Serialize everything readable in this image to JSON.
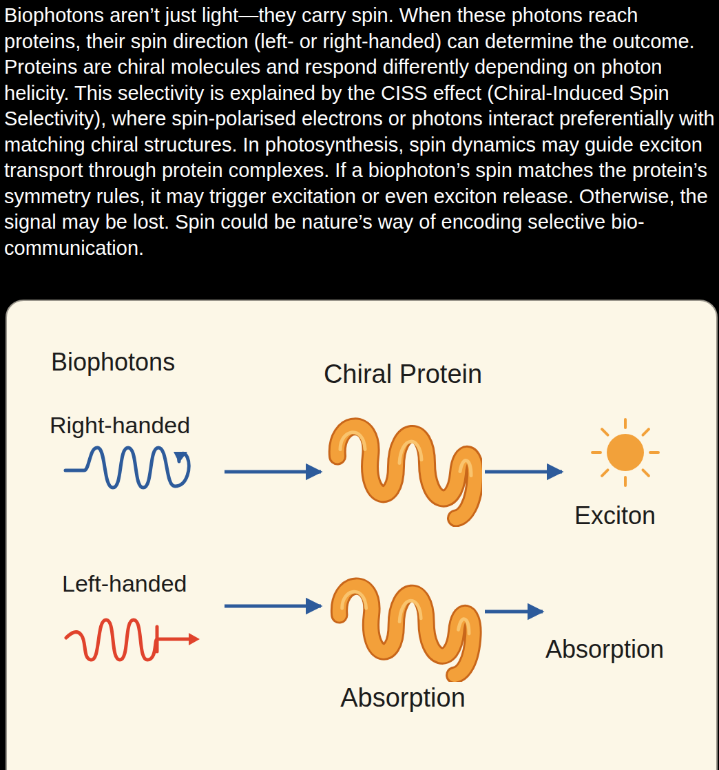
{
  "diagram": {
    "title": "Biophotons",
    "nodes": [
      {
        "text": [
          "Right-handed"
        ]
      },
      {
        "text": [
          "Chiral Protein"
        ]
      },
      {
        "text": [
          "Exciton"
        ]
      },
      {
        "text": [
          "Left-handed"
        ]
      },
      {
        "text": [
          "Absorption"
        ]
      },
      {
        "text": [
          "Absorption"
        ]
      }
    ],
    "edges": [
      {
        "from": 0,
        "to": 1,
        "arrow": "to"
      },
      {
        "from": 1,
        "to": 2,
        "arrow": "to"
      },
      {
        "from": 3,
        "to": 4,
        "arrow": "to"
      },
      {
        "from": 4,
        "to": 5,
        "arrow": "to"
      }
    ],
    "labels": [
      "Biophotons aren’t just light—they carry spin. When these photons reach proteins, their spin direction (left- or right-handed) can determine the outcome. Proteins are chiral molecules and respond differently depending on photon helicity. This selectivity is explained by the CISS effect (Chiral-Induced Spin Selectivity), where spin-polarised electrons or photons interact preferentially with matching chiral structures. In photosynthesis, spin dynamics may guide exciton transport through protein complexes. If a biophoton’s spin matches the protein’s symmetry rules, it may trigger excitation or even exciton release. Otherwise, the signal may be lost. Spin could be nature’s way of encoding selective bio-communication."
    ]
  }
}
